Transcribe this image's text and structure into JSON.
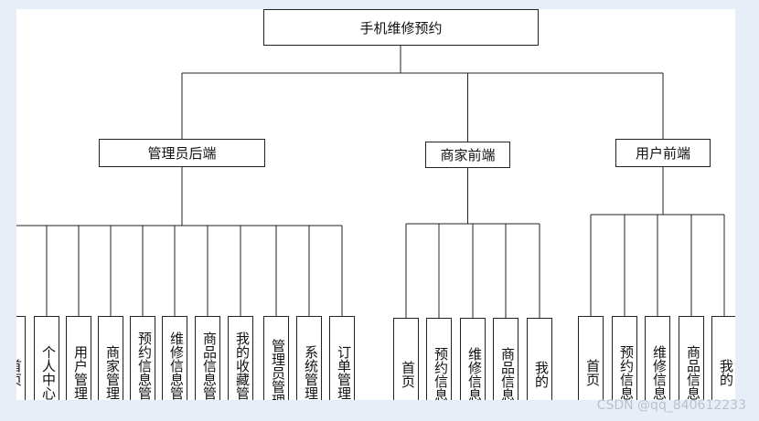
{
  "diagram": {
    "root": "手机维修预约",
    "groups": [
      {
        "title": "管理员后端",
        "items": [
          "首页",
          "个人中心",
          "用户管理",
          "商家管理",
          "预约信息管理",
          "维修信息管理",
          "商品信息管理",
          "我的收藏管理",
          "管理员管理",
          "系统管理",
          "订单管理"
        ]
      },
      {
        "title": "商家前端",
        "items": [
          "首页",
          "预约信息",
          "维修信息",
          "商品信息",
          "我的"
        ]
      },
      {
        "title": "用户前端",
        "items": [
          "首页",
          "预约信息",
          "维修信息",
          "商品信息",
          "我的"
        ]
      }
    ]
  },
  "watermark": "CSDN @qq_840612233"
}
